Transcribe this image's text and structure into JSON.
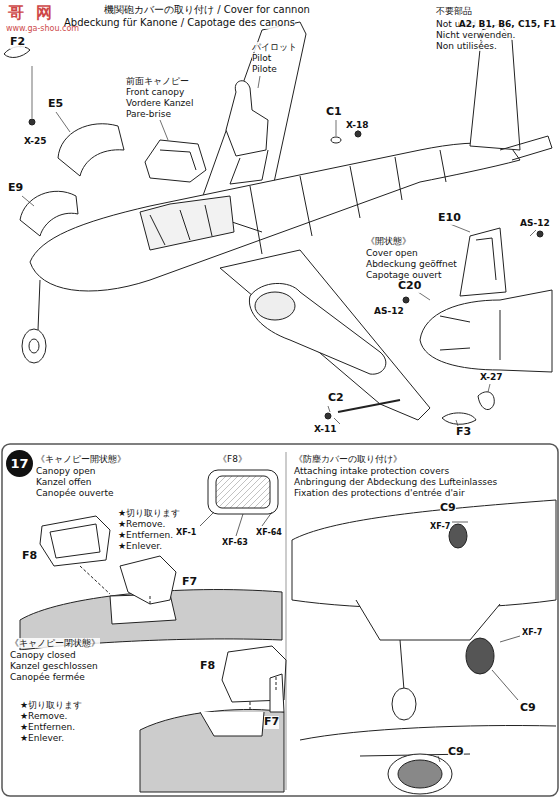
{
  "diagram": {
    "nodes": [
      {
        "text": [
          "17"
        ]
      }
    ],
    "labels": [
      "機関砲カバーの取り付け / Cover for cannon",
      "Abdeckung für Kanone / Capotage des canons",
      "不要部品",
      "Not used.",
      "A2, B1, B6, C15, F1",
      "Nicht verwenden.",
      "Non utilisées.",
      "哥",
      "网",
      "www.ga-shou.com",
      "パイロット",
      "Pilot",
      "Pilote",
      "前面キャノピー",
      "Front canopy",
      "Vordere Kanzel",
      "Pare-brise",
      "F2",
      "X-25",
      "E5",
      "E9",
      "C1",
      "X-18",
      "E10",
      "AS-12",
      "《開状態》",
      "Cover open",
      "Abdeckung geöffnet",
      "Capotage ouvert",
      "C20",
      "AS-12",
      "C2",
      "X-11",
      "F3",
      "X-27",
      "《キャノピー開状態》",
      "Canopy open",
      "Kanzel offen",
      "Canopée ouverte",
      "《F8》",
      "XF-1",
      "XF-63",
      "XF-64",
      "★切り取ります",
      "★Remove.",
      "★Entfernen.",
      "★Enlever.",
      "F8",
      "F7",
      "《キャノピー閉状態》",
      "Canopy closed",
      "Kanzel geschlossen",
      "Canopée fermée",
      "F8",
      "F7",
      "★切り取ります",
      "★Remove.",
      "★Entfernen.",
      "★Enlever.",
      "《防塵カバーの取り付け》",
      "Attaching intake protection covers",
      "Anbringung der Abdeckung des Lufteinlasses",
      "Fixation des protections d'entrée d'air",
      "C9",
      "XF-7",
      "XF-7",
      "C9",
      "C9"
    ]
  }
}
